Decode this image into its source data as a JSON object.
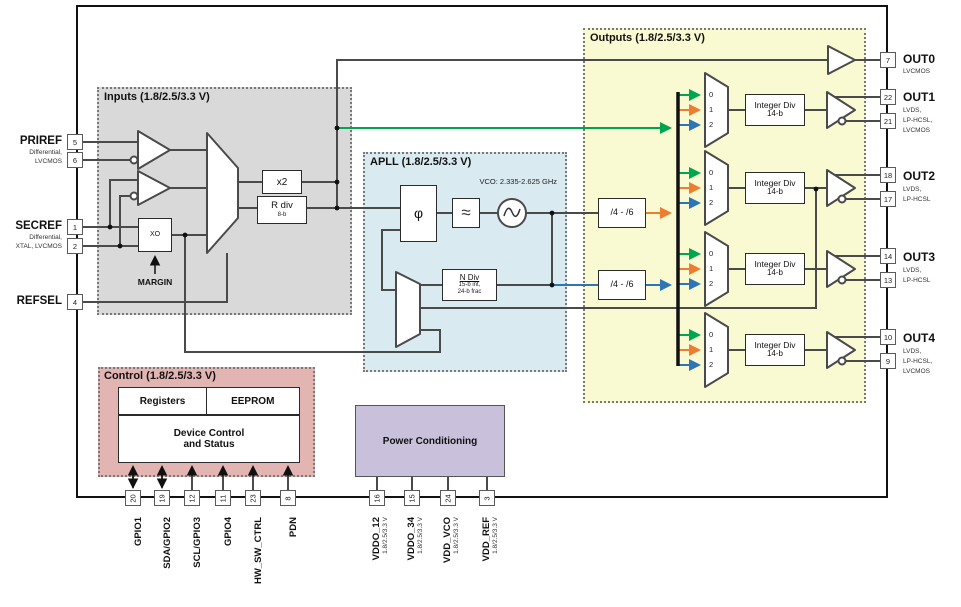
{
  "regions": {
    "inputs_title": "Inputs (1.8/2.5/3.3 V)",
    "apll_title": "APLL (1.8/2.5/3.3 V)",
    "outputs_title": "Outputs (1.8/2.5/3.3 V)",
    "control_title": "Control (1.8/2.5/3.3 V)",
    "power_title": "Power Conditioning",
    "vco_range": "VCO: 2.335-2.625 GHz",
    "margin_label": "MARGIN"
  },
  "blocks": {
    "x2": "x2",
    "rdiv": "R div",
    "rdiv_bits": "8-b",
    "xo": "XO",
    "phase_detector": "φ",
    "loop_filter": "≈",
    "ndiv": "N Div",
    "ndiv_int": "15-b int,",
    "ndiv_frac": "24-b frac",
    "div46": "/4 - /6",
    "intdiv": "Integer Div",
    "intdiv_bits": "14-b",
    "registers": "Registers",
    "eeprom": "EEPROM",
    "dcs_line1": "Device Control",
    "dcs_line2": "and Status"
  },
  "mux_inputs": [
    "0",
    "1",
    "2"
  ],
  "left_io": [
    {
      "label": "PRIREF",
      "subs": [
        "Differential,",
        "LVCMOS"
      ],
      "pins": [
        "5",
        "6"
      ]
    },
    {
      "label": "SECREF",
      "subs": [
        "Differential,",
        "XTAL, LVCMOS"
      ],
      "pins": [
        "1",
        "2"
      ]
    },
    {
      "label": "REFSEL",
      "subs": [],
      "pins": [
        "4"
      ]
    }
  ],
  "right_io": [
    {
      "label": "OUT0",
      "pins": [
        "7"
      ],
      "types": [
        "LVCMOS"
      ]
    },
    {
      "label": "OUT1",
      "pins": [
        "22",
        "21"
      ],
      "types": [
        "LVDS,",
        "LP-HCSL,",
        "LVCMOS"
      ]
    },
    {
      "label": "OUT2",
      "pins": [
        "18",
        "17"
      ],
      "types": [
        "LVDS,",
        "LP-HCSL"
      ]
    },
    {
      "label": "OUT3",
      "pins": [
        "14",
        "13"
      ],
      "types": [
        "LVDS,",
        "LP-HCSL"
      ]
    },
    {
      "label": "OUT4",
      "pins": [
        "10",
        "9"
      ],
      "types": [
        "LVDS,",
        "LP-HCSL,",
        "LVCMOS"
      ]
    }
  ],
  "bottom_io": {
    "control_pins": [
      {
        "pin": "20",
        "label": "GPIO1"
      },
      {
        "pin": "19",
        "label": "SDA/GPIO2"
      },
      {
        "pin": "12",
        "label": "SCL/GPIO3"
      },
      {
        "pin": "11",
        "label": "GPIO4"
      },
      {
        "pin": "23",
        "label": "HW_SW_CTRL"
      },
      {
        "pin": "8",
        "label": "PDN"
      }
    ],
    "power_pins": [
      {
        "pin": "16",
        "label": "VDDO_12",
        "voltage": "1.8/2.5/3.3 V"
      },
      {
        "pin": "15",
        "label": "VDDO_34",
        "voltage": "1.8/2.5/3.3 V"
      },
      {
        "pin": "24",
        "label": "VDD_VCO",
        "voltage": "1.8/2.5/3.3 V"
      },
      {
        "pin": "3",
        "label": "VDD_REF",
        "voltage": "1.8/2.5/3.3 V"
      }
    ]
  },
  "colors": {
    "green": "#00A550",
    "orange": "#ED7D31",
    "blue": "#2E75B6",
    "wire_gray": "#4a4a4a",
    "inputs_bg": "#D9D9D9",
    "apll_bg": "#DAEAF1",
    "outputs_bg": "#FAFAD2",
    "control_bg": "#E2B5B3",
    "power_bg": "#C9C0DB"
  }
}
